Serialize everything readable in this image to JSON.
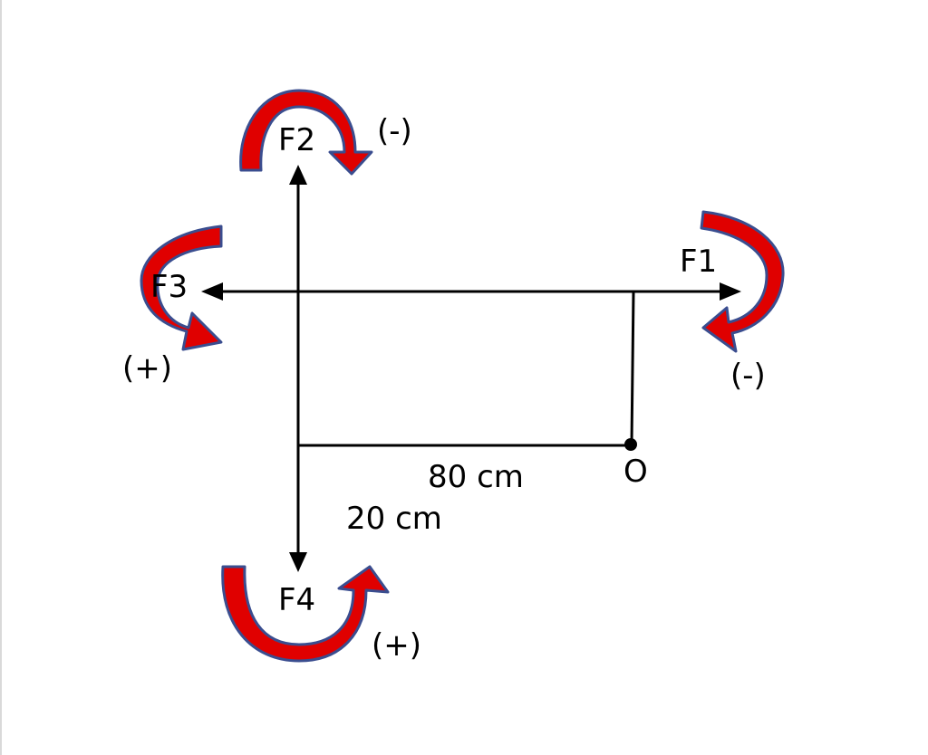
{
  "colors": {
    "arrow_fill": "#e00000",
    "arrow_outline": "#3a4d8f",
    "line": "#000000",
    "background": "#ffffff"
  },
  "labels": {
    "f1": "F1",
    "f2": "F2",
    "f3": "F3",
    "f4": "F4",
    "sign_f1": "(-)",
    "sign_f2": "(-)",
    "sign_f3": "(+)",
    "sign_f4": "(+)",
    "point_o": "O",
    "distance_horizontal": "80 cm",
    "distance_vertical": "20 cm"
  },
  "icons": {
    "rotation_arrow": "curved-arrow-icon"
  }
}
